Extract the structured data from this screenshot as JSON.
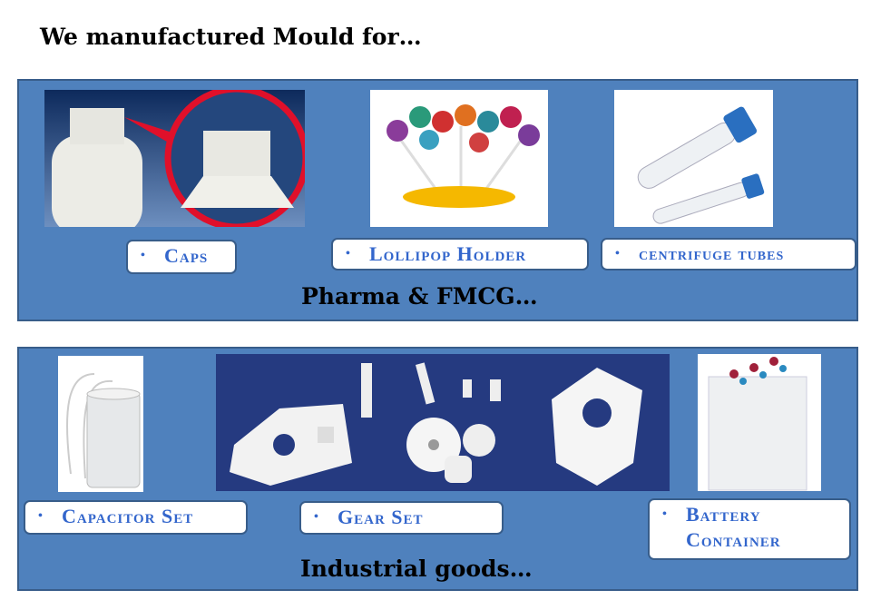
{
  "title": "We manufactured Mould for…",
  "sections": [
    {
      "heading": "Pharma & FMCG…",
      "items": [
        {
          "label": "Caps",
          "image": "bottle-cap-photo"
        },
        {
          "label": "Lollipop Holder",
          "image": "lollipop-holder-photo"
        },
        {
          "label": "centrifuge tubes",
          "image": "centrifuge-tubes-photo"
        }
      ]
    },
    {
      "heading": "Industrial goods…",
      "items": [
        {
          "label": "Capacitor Set",
          "image": "capacitor-photo"
        },
        {
          "label": "Gear Set",
          "image": "gear-set-photo"
        },
        {
          "label": "Battery",
          "label2": "Container",
          "image": "battery-container-photo"
        }
      ]
    }
  ],
  "bullet": "•",
  "colors": {
    "panel": "#4f81bd",
    "panel_border": "#385d8a",
    "label_text": "#3366cc"
  }
}
